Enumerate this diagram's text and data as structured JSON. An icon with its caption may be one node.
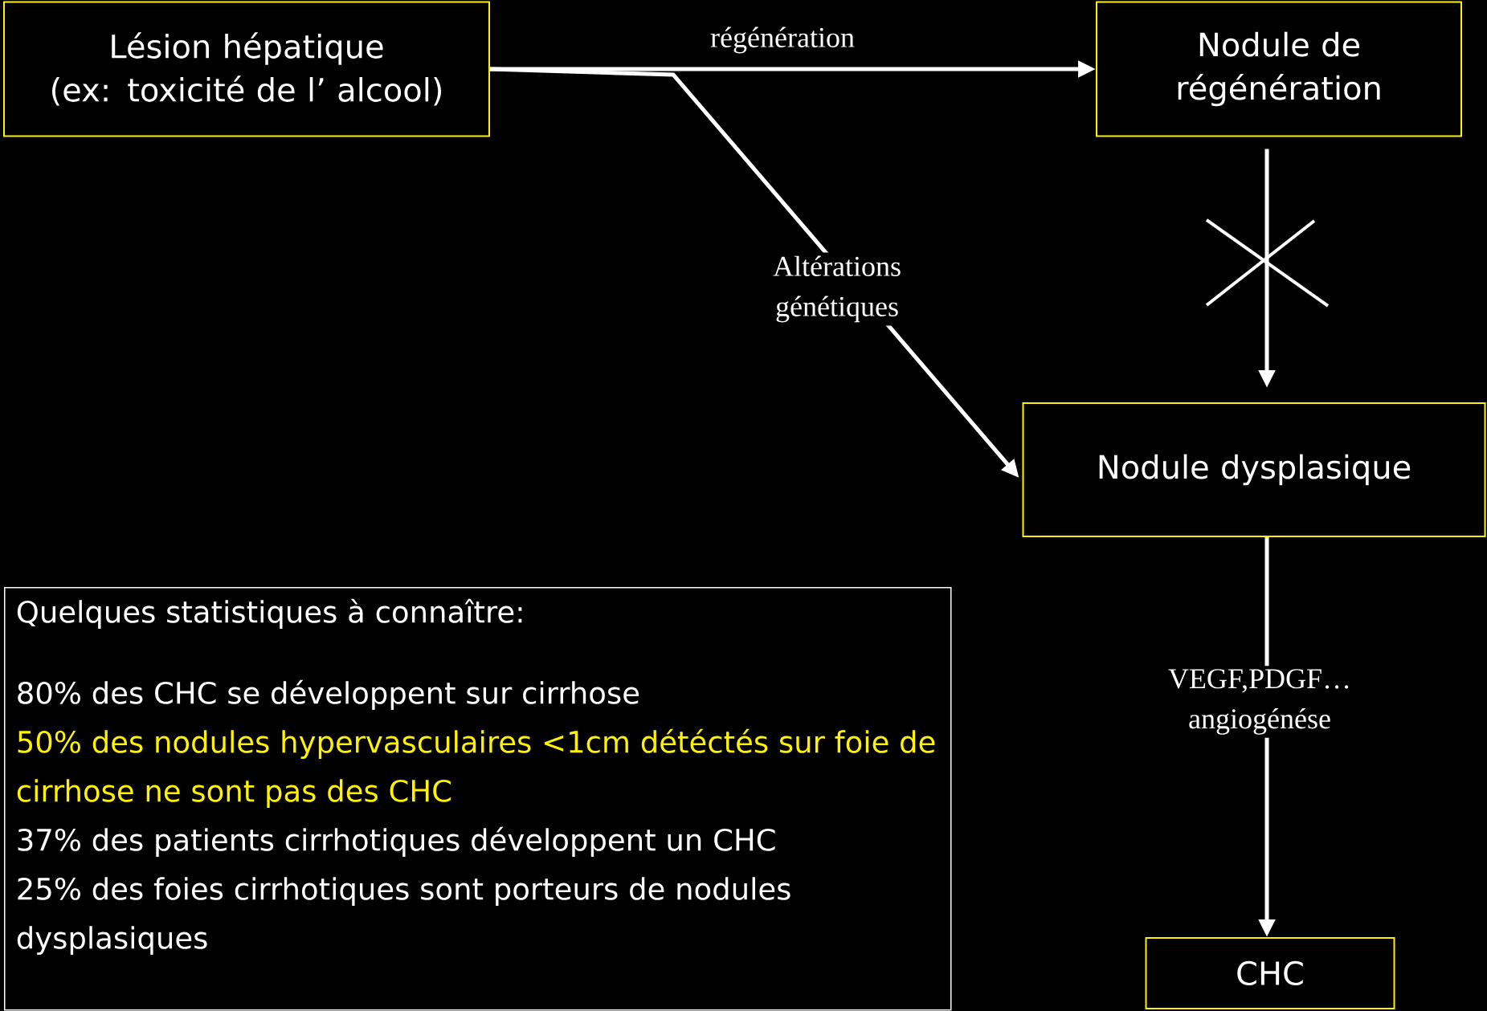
{
  "diagram": {
    "nodes": [
      {
        "text": [
          "Lésion hépatique",
          "(ex: toxicité de l’ alcool)"
        ]
      },
      {
        "text": [
          "Nodule de régénération"
        ]
      },
      {
        "text": [
          "Nodule dysplasique"
        ]
      },
      {
        "text": [
          "CHC"
        ]
      },
      {
        "text": [
          "Quelques statistiques à connaître:",
          "80% des CHC se développent sur cirrhose",
          "50% des nodules hypervasculaires <1cm détéctés sur foie de cirrhose ne sont pas des CHC",
          "37% des patients cirrhotiques développent un CHC",
          "25% des foies cirrhotiques sont porteurs de nodules dysplasiques"
        ]
      }
    ],
    "edges": [
      {
        "from": 0,
        "to": 1,
        "arrow": "to",
        "label": "régénération"
      },
      {
        "from": 0,
        "to": 2,
        "arrow": "to",
        "label": "Altérations génétiques"
      },
      {
        "from": 1,
        "to": 2,
        "arrow": "to"
      },
      {
        "from": 2,
        "to": 3,
        "arrow": "to",
        "label": "VEGF,PDGF… angiogénése"
      }
    ]
  }
}
